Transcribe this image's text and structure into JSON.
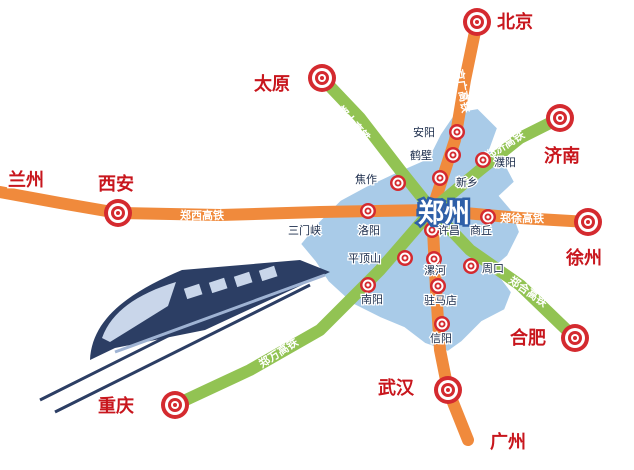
{
  "map": {
    "hub": "郑州",
    "cities": {
      "beijing": "北京",
      "taiyuan": "太原",
      "jinan": "济南",
      "xian": "西安",
      "lanzhou": "兰州",
      "xuzhou": "徐州",
      "hefei": "合肥",
      "wuhan": "武汉",
      "guangzhou": "广州",
      "chongqing": "重庆"
    },
    "towns": {
      "anyang": "安阳",
      "hebi": "鹤壁",
      "puyang": "濮阳",
      "jiaozuo": "焦作",
      "xinxiang": "新乡",
      "sanmenxia": "三门峡",
      "luoyang": "洛阳",
      "xuchang": "许昌",
      "shangqiu": "商丘",
      "pingdingshan": "平顶山",
      "luohe": "漯河",
      "zhoukou": "周口",
      "nanyang": "南阳",
      "zhumadian": "驻马店",
      "xinyang": "信阳"
    },
    "routes": {
      "jingguang": "京广高铁",
      "zhengtai": "郑太高铁",
      "zhengji": "郑济高铁",
      "zhengxi": "郑西高铁",
      "zhengxu": "郑徐高铁",
      "zhenghe": "郑合高铁",
      "zhengwan": "郑万高铁"
    },
    "colors": {
      "province": "#a9cbe8",
      "province_edge": "#ffffff",
      "orange_line": "#f08a3c",
      "green_line": "#92c353",
      "target_red": "#d42a2f",
      "city_text": "#c8161d",
      "hub_text": "#2e5fa8",
      "train": "#2c3e64"
    },
    "icons": [
      "target-icon",
      "train-icon"
    ]
  }
}
